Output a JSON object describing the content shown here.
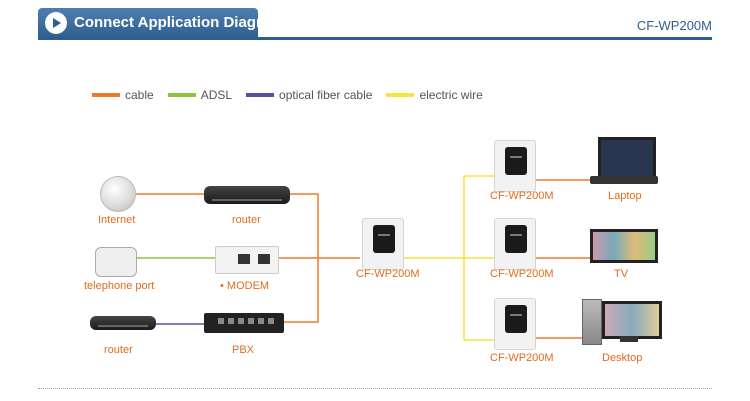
{
  "header": {
    "title": "Connect Application Diagram",
    "model": "CF-WP200M"
  },
  "legend": [
    {
      "label": "cable",
      "color": "#f07a2a"
    },
    {
      "label": "ADSL",
      "color": "#8cc63f"
    },
    {
      "label": "optical fiber cable",
      "color": "#5b4ea0"
    },
    {
      "label": "electric wire",
      "color": "#f7e33b"
    }
  ],
  "nodes": {
    "internet": "Internet",
    "router1": "router",
    "telephone_port": "telephone port",
    "modem": "MODEM",
    "router2": "router",
    "pbx": "PBX",
    "center_adapter": "CF-WP200M",
    "adapter_top": "CF-WP200M",
    "adapter_mid": "CF-WP200M",
    "adapter_bottom": "CF-WP200M",
    "laptop": "Laptop",
    "tv": "TV",
    "desktop": "Desktop"
  }
}
